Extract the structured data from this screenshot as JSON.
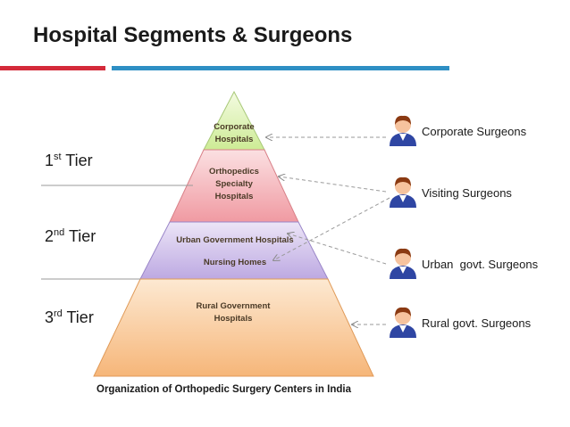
{
  "title": "Hospital Segments & Surgeons",
  "tiers": [
    {
      "label": "1",
      "suffix": "st",
      "word": "Tier"
    },
    {
      "label": "2",
      "suffix": "nd",
      "word": "Tier"
    },
    {
      "label": "3",
      "suffix": "rd",
      "word": "Tier"
    }
  ],
  "pyramid": {
    "segments": [
      {
        "label": "Corporate Hospitals",
        "color": "#d9f0a8"
      },
      {
        "label": "Orthopedics Specialty Hospitals",
        "color": "#f3a8ae"
      },
      {
        "label": "Urban Government Hospitals",
        "sublabel": "Nursing Homes",
        "color": "#c9b9e8"
      },
      {
        "label": "Rural Government Hospitals",
        "color": "#f8c490"
      }
    ],
    "caption": "Organization of Orthopedic Surgery Centers in India"
  },
  "surgeons": [
    {
      "label": "Corporate Surgeons",
      "icon": "person-icon"
    },
    {
      "label": "Visiting Surgeons",
      "icon": "person-icon"
    },
    {
      "label": "Urban  govt. Surgeons",
      "icon": "person-icon"
    },
    {
      "label": "Rural govt. Surgeons",
      "icon": "person-icon"
    }
  ],
  "colors": {
    "accent_red": "#d42a3a",
    "accent_blue": "#2e8fc4"
  }
}
